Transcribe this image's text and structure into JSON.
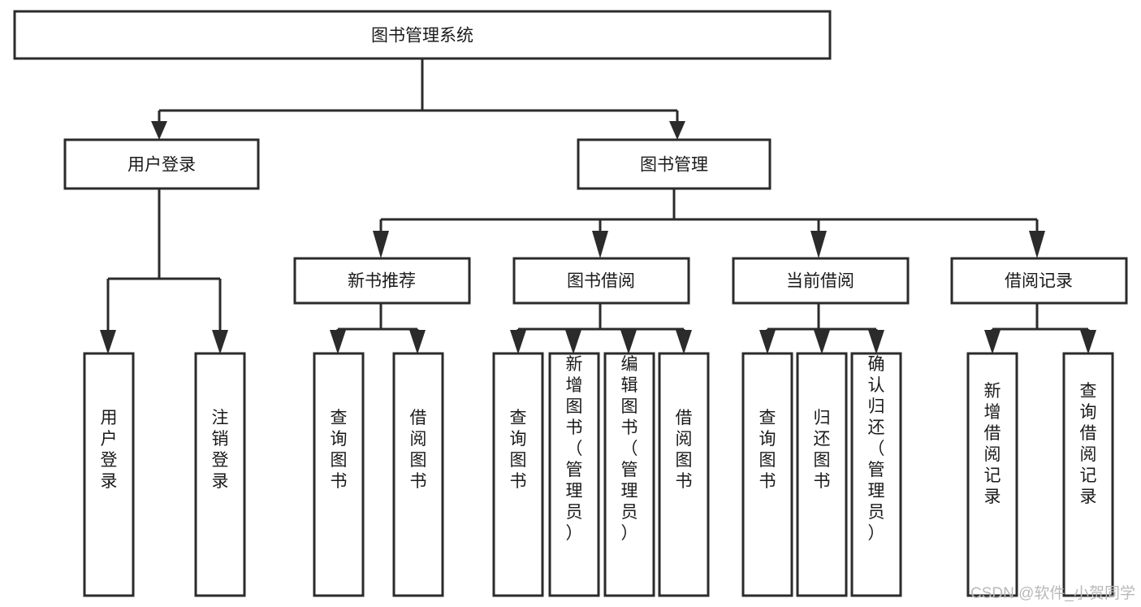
{
  "diagram": {
    "title": "图书管理系统",
    "type": "tree-hierarchy-diagram",
    "colors": {
      "stroke": "#2b2b2b",
      "fill": "#ffffff",
      "text": "#1a1a1a",
      "watermark": "#b9b9b9",
      "background": "#ffffff"
    },
    "root": {
      "id": "root",
      "label": "图书管理系统",
      "orientation": "horizontal"
    },
    "level2": [
      {
        "id": "user-login",
        "label": "用户登录",
        "orientation": "horizontal"
      },
      {
        "id": "book-management",
        "label": "图书管理",
        "orientation": "horizontal"
      }
    ],
    "level3": [
      {
        "id": "new-book-recommend",
        "label": "新书推荐",
        "orientation": "horizontal",
        "parent": "book-management"
      },
      {
        "id": "book-borrow",
        "label": "图书借阅",
        "orientation": "horizontal",
        "parent": "book-management"
      },
      {
        "id": "current-borrow",
        "label": "当前借阅",
        "orientation": "horizontal",
        "parent": "book-management"
      },
      {
        "id": "borrow-record",
        "label": "借阅记录",
        "orientation": "horizontal",
        "parent": "book-management"
      }
    ],
    "leaves": [
      {
        "id": "leaf-user-login",
        "label": "用户登录",
        "orientation": "vertical",
        "parent": "user-login"
      },
      {
        "id": "leaf-user-logout",
        "label": "注销登录",
        "orientation": "vertical",
        "parent": "user-login"
      },
      {
        "id": "leaf-query-book-1",
        "label": "查询图书",
        "orientation": "vertical",
        "parent": "new-book-recommend"
      },
      {
        "id": "leaf-borrow-book-1",
        "label": "借阅图书",
        "orientation": "vertical",
        "parent": "new-book-recommend"
      },
      {
        "id": "leaf-query-book-2",
        "label": "查询图书",
        "orientation": "vertical",
        "parent": "book-borrow"
      },
      {
        "id": "leaf-add-book",
        "label": "新增图书（管理员）",
        "orientation": "vertical",
        "parent": "book-borrow"
      },
      {
        "id": "leaf-edit-book",
        "label": "编辑图书（管理员）",
        "orientation": "vertical",
        "parent": "book-borrow"
      },
      {
        "id": "leaf-borrow-book-2",
        "label": "借阅图书",
        "orientation": "vertical",
        "parent": "book-borrow"
      },
      {
        "id": "leaf-query-book-3",
        "label": "查询图书",
        "orientation": "vertical",
        "parent": "current-borrow"
      },
      {
        "id": "leaf-return-book",
        "label": "归还图书",
        "orientation": "vertical",
        "parent": "current-borrow"
      },
      {
        "id": "leaf-confirm-return",
        "label": "确认归还（管理员）",
        "orientation": "vertical",
        "parent": "current-borrow"
      },
      {
        "id": "leaf-add-record",
        "label": "新增借阅记录",
        "orientation": "vertical",
        "parent": "borrow-record"
      },
      {
        "id": "leaf-query-record",
        "label": "查询借阅记录",
        "orientation": "vertical",
        "parent": "borrow-record"
      }
    ]
  },
  "watermark": {
    "text": "CSDN @软件_小贺同学"
  }
}
